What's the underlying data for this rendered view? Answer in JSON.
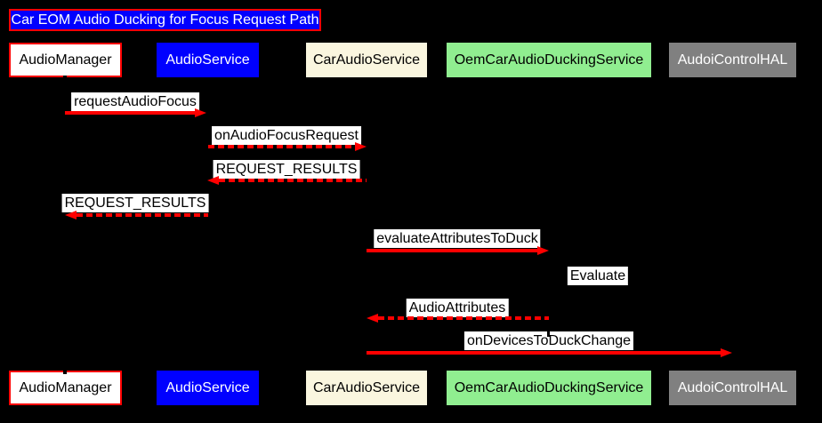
{
  "diagram_type": "sequence",
  "title": {
    "text": "Car EOM Audio Ducking for Focus Request Path"
  },
  "participants": [
    {
      "label": "AudioManager",
      "fill": "#ffffff",
      "text_color": "#000000",
      "border": "#ff0000"
    },
    {
      "label": "AudioService",
      "fill": "#0000ff",
      "text_color": "#ffffff",
      "border": "none"
    },
    {
      "label": "CarAudioService",
      "fill": "#faf6df",
      "text_color": "#000000",
      "border": "none"
    },
    {
      "label": "OemCarAudioDuckingService",
      "fill": "#90ee90",
      "text_color": "#000000",
      "border": "none"
    },
    {
      "label": "AudoiControlHAL",
      "fill": "#808080",
      "text_color": "#ffffff",
      "border": "none"
    }
  ],
  "messages": [
    {
      "label": "requestAudioFocus",
      "from": "AudioManager",
      "to": "AudioService",
      "line": "solid",
      "direction": "right"
    },
    {
      "label": "onAudioFocusRequest",
      "from": "AudioService",
      "to": "CarAudioService",
      "line": "dashed",
      "direction": "right"
    },
    {
      "label": "REQUEST_RESULTS",
      "from": "CarAudioService",
      "to": "AudioService",
      "line": "dashed",
      "direction": "left"
    },
    {
      "label": "REQUEST_RESULTS",
      "from": "AudioService",
      "to": "AudioManager",
      "line": "dashed",
      "direction": "left"
    },
    {
      "label": "evaluateAttributesToDuck",
      "from": "CarAudioService",
      "to": "OemCarAudioDuckingService",
      "line": "solid",
      "direction": "right"
    },
    {
      "label": "Evaluate",
      "from": "OemCarAudioDuckingService",
      "to": "OemCarAudioDuckingService",
      "line": "none",
      "direction": "self"
    },
    {
      "label": "AudioAttributes",
      "from": "OemCarAudioDuckingService",
      "to": "CarAudioService",
      "line": "dashed",
      "direction": "left"
    },
    {
      "label": "onDevicesToDuckChange",
      "from": "CarAudioService",
      "to": "AudoiControlHAL",
      "line": "solid",
      "direction": "right"
    }
  ],
  "colors": {
    "background": "#000000",
    "arrow": "#ff0000",
    "message_label_bg": "#ffffff",
    "message_label_text": "#000000",
    "title_bg": "#0000ff",
    "title_border": "#ff0000",
    "title_text": "#ffffff"
  }
}
